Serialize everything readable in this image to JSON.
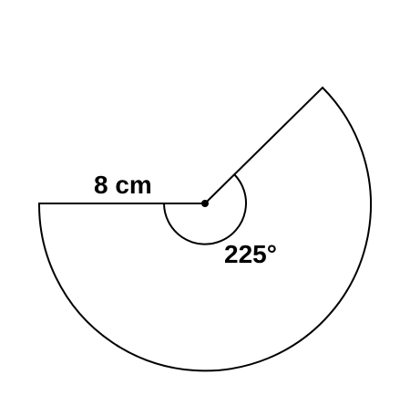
{
  "diagram": {
    "radius_label": "8 cm",
    "angle_label": "225°",
    "radius_value_cm": 8,
    "central_angle_deg": 225,
    "stroke_color": "#000000",
    "fill_color": "#ffffff"
  }
}
